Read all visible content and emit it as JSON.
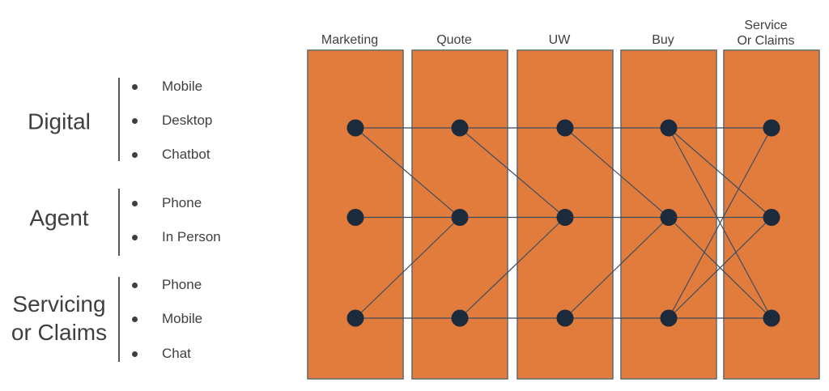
{
  "slide": {
    "background": "#FFFFFF"
  },
  "colors": {
    "column_fill": "#E17C3C",
    "column_border": "#6B6B6B",
    "connector_line": "#3E4D60",
    "node": "#1B2A3D",
    "heading_text": "#3F3F3F",
    "divider_line": "#595959"
  },
  "left_panel": {
    "groups": [
      {
        "id": "digital",
        "label": "Digital",
        "items": [
          "Mobile",
          "Desktop",
          "Chatbot"
        ]
      },
      {
        "id": "agent",
        "label": "Agent",
        "items": [
          "Phone",
          "In Person"
        ]
      },
      {
        "id": "servicing-or-claims",
        "label": "Servicing or Claims",
        "items": [
          "Phone",
          "Mobile",
          "Chat"
        ]
      }
    ]
  },
  "journey": {
    "rows": [
      "Digital",
      "Agent",
      "Servicing"
    ],
    "stages": [
      {
        "name": "Marketing",
        "lines": [
          "Marketing"
        ]
      },
      {
        "name": "Quote",
        "lines": [
          "Quote"
        ]
      },
      {
        "name": "UW",
        "lines": [
          "UW"
        ]
      },
      {
        "name": "Buy",
        "lines": [
          "Buy"
        ]
      },
      {
        "name": "Service Or Claims",
        "lines": [
          "Service",
          "Or Claims"
        ]
      }
    ],
    "connections": [
      {
        "from": [
          "Marketing",
          "Digital"
        ],
        "to": [
          "Quote",
          "Digital"
        ]
      },
      {
        "from": [
          "Quote",
          "Digital"
        ],
        "to": [
          "UW",
          "Digital"
        ]
      },
      {
        "from": [
          "UW",
          "Digital"
        ],
        "to": [
          "Buy",
          "Digital"
        ]
      },
      {
        "from": [
          "Buy",
          "Digital"
        ],
        "to": [
          "Service Or Claims",
          "Digital"
        ]
      },
      {
        "from": [
          "Marketing",
          "Agent"
        ],
        "to": [
          "Quote",
          "Agent"
        ]
      },
      {
        "from": [
          "Quote",
          "Agent"
        ],
        "to": [
          "UW",
          "Agent"
        ]
      },
      {
        "from": [
          "UW",
          "Agent"
        ],
        "to": [
          "Buy",
          "Agent"
        ]
      },
      {
        "from": [
          "Buy",
          "Agent"
        ],
        "to": [
          "Service Or Claims",
          "Agent"
        ]
      },
      {
        "from": [
          "Marketing",
          "Servicing"
        ],
        "to": [
          "Quote",
          "Servicing"
        ]
      },
      {
        "from": [
          "Quote",
          "Servicing"
        ],
        "to": [
          "UW",
          "Servicing"
        ]
      },
      {
        "from": [
          "UW",
          "Servicing"
        ],
        "to": [
          "Buy",
          "Servicing"
        ]
      },
      {
        "from": [
          "Buy",
          "Servicing"
        ],
        "to": [
          "Service Or Claims",
          "Servicing"
        ]
      },
      {
        "from": [
          "Marketing",
          "Digital"
        ],
        "to": [
          "Quote",
          "Agent"
        ]
      },
      {
        "from": [
          "Marketing",
          "Servicing"
        ],
        "to": [
          "Quote",
          "Agent"
        ]
      },
      {
        "from": [
          "Quote",
          "Digital"
        ],
        "to": [
          "UW",
          "Agent"
        ]
      },
      {
        "from": [
          "Quote",
          "Servicing"
        ],
        "to": [
          "UW",
          "Agent"
        ]
      },
      {
        "from": [
          "UW",
          "Digital"
        ],
        "to": [
          "Buy",
          "Agent"
        ]
      },
      {
        "from": [
          "UW",
          "Servicing"
        ],
        "to": [
          "Buy",
          "Agent"
        ]
      },
      {
        "from": [
          "Buy",
          "Digital"
        ],
        "to": [
          "Service Or Claims",
          "Agent"
        ]
      },
      {
        "from": [
          "Buy",
          "Digital"
        ],
        "to": [
          "Service Or Claims",
          "Servicing"
        ]
      },
      {
        "from": [
          "Buy",
          "Agent"
        ],
        "to": [
          "Service Or Claims",
          "Servicing"
        ]
      },
      {
        "from": [
          "Buy",
          "Servicing"
        ],
        "to": [
          "Service Or Claims",
          "Agent"
        ]
      },
      {
        "from": [
          "Buy",
          "Servicing"
        ],
        "to": [
          "Service Or Claims",
          "Digital"
        ]
      }
    ]
  }
}
